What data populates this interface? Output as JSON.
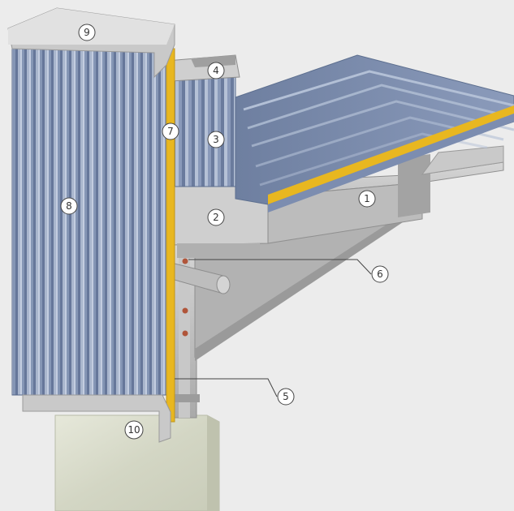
{
  "colors": {
    "background": "#ececec",
    "panel_blue": "#7f93b3",
    "panel_blue_dark": "#5d6f8f",
    "panel_blue_light": "#aab8cf",
    "insulation_yellow": "#e8b720",
    "steel_grey": "#b9b9b9",
    "steel_grey_dark": "#8f8f8f",
    "steel_grey_light": "#d8d8d8",
    "concrete": "#d9dccb",
    "callout_fill": "#ffffff",
    "callout_stroke": "#444444"
  },
  "callouts": [
    {
      "id": "c1",
      "label": "1"
    },
    {
      "id": "c2",
      "label": "2"
    },
    {
      "id": "c3",
      "label": "3"
    },
    {
      "id": "c4",
      "label": "4"
    },
    {
      "id": "c5",
      "label": "5"
    },
    {
      "id": "c6",
      "label": "6"
    },
    {
      "id": "c7",
      "label": "7"
    },
    {
      "id": "c8",
      "label": "8"
    },
    {
      "id": "c9",
      "label": "9"
    },
    {
      "id": "c10",
      "label": "10"
    }
  ]
}
